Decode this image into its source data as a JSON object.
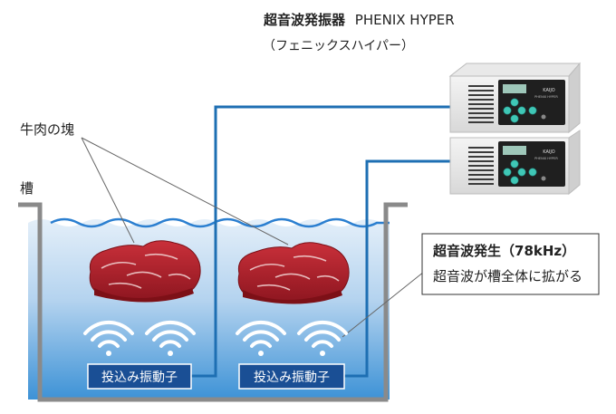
{
  "device": {
    "title": "超音波発振器",
    "model": "PHENIX HYPER",
    "reading": "（フェニックスハイパー）",
    "brand": "KAIJO",
    "panel_model": "PHENIX HYPER"
  },
  "labels": {
    "meat": "牛肉の塊",
    "tank": "槽"
  },
  "transducers": [
    {
      "label": "投込み振動子"
    },
    {
      "label": "投込み振動子"
    }
  ],
  "callout": {
    "title": "超音波発生（78kHz）",
    "text": "超音波が槽全体に拡がる"
  },
  "colors": {
    "water_top": "#dbe9f6",
    "water_bottom": "#3d92d6",
    "wave_line": "#2b7fd0",
    "cable": "#1e6fb3",
    "tank_wall": "#8a8a8a",
    "meat": "#b8202c",
    "label_box": "#1a4f95"
  },
  "icons": [
    "wave-emission-icon",
    "control-button-icon"
  ]
}
